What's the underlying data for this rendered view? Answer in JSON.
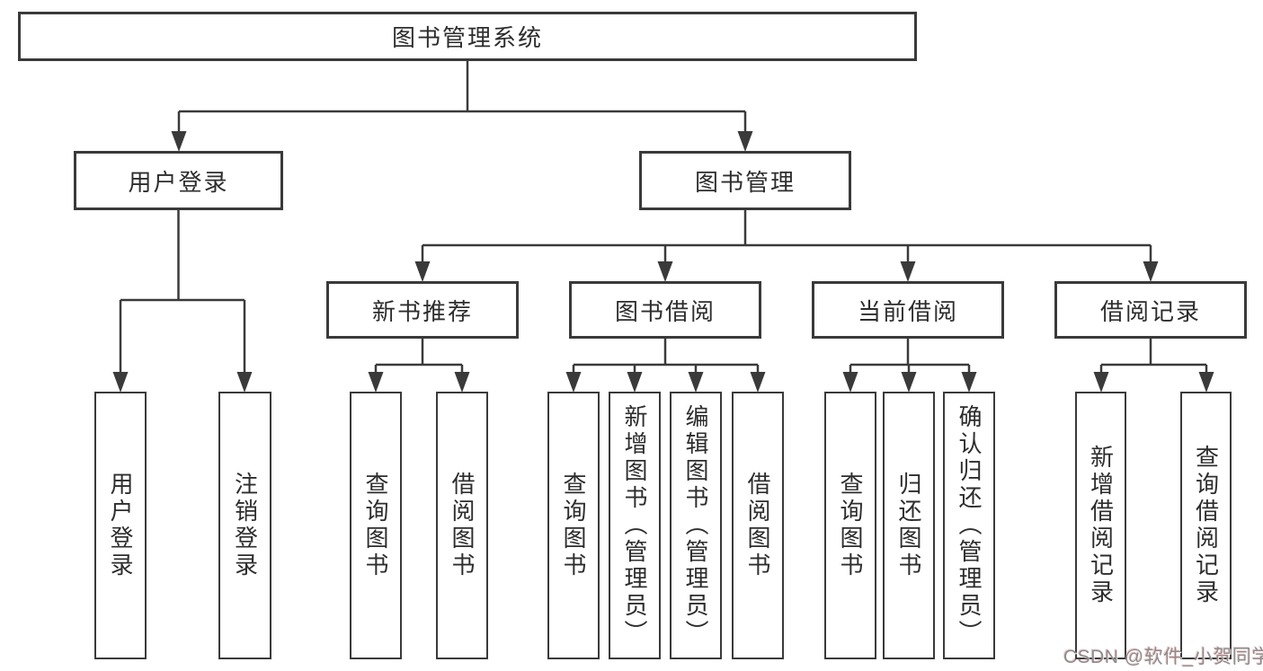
{
  "tree": {
    "label": "图书管理系统",
    "children": [
      {
        "label": "用户登录",
        "children": [
          {
            "label": "用户登录"
          },
          {
            "label": "注销登录"
          }
        ]
      },
      {
        "label": "图书管理",
        "children": [
          {
            "label": "新书推荐",
            "children": [
              {
                "label": "查询图书"
              },
              {
                "label": "借阅图书"
              }
            ]
          },
          {
            "label": "图书借阅",
            "children": [
              {
                "label": "查询图书"
              },
              {
                "label": "新增图书（管理员）"
              },
              {
                "label": "编辑图书（管理员）"
              },
              {
                "label": "借阅图书"
              }
            ]
          },
          {
            "label": "当前借阅",
            "children": [
              {
                "label": "查询图书"
              },
              {
                "label": "归还图书"
              },
              {
                "label": "确认归还（管理员）"
              }
            ]
          },
          {
            "label": "借阅记录",
            "children": [
              {
                "label": "新增借阅记录"
              },
              {
                "label": "查询借阅记录"
              }
            ]
          }
        ]
      }
    ]
  },
  "watermark": {
    "text": "CSDN @软件_小贺同学"
  },
  "colors": {
    "line": "#3a3a3a",
    "text": "#2d2d2d",
    "box_background": "#ffffff",
    "watermark": "#8d8d8d"
  }
}
